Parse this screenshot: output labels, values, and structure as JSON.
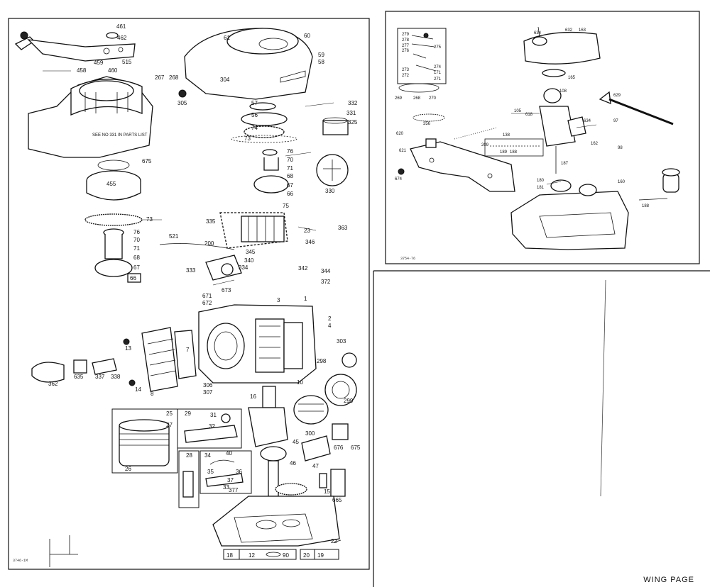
{
  "left_panel": {
    "code": "3746-1M",
    "labels": [
      {
        "text": "461"
      },
      {
        "text": "462"
      },
      {
        "text": "459"
      },
      {
        "text": "515"
      },
      {
        "text": "458"
      },
      {
        "text": "460"
      },
      {
        "text": "61"
      },
      {
        "text": "60"
      },
      {
        "text": "59"
      },
      {
        "text": "58"
      },
      {
        "text": "304"
      },
      {
        "text": "267"
      },
      {
        "text": "268"
      },
      {
        "text": "305"
      },
      {
        "text": "57"
      },
      {
        "text": "332"
      },
      {
        "text": "331"
      },
      {
        "text": "56"
      },
      {
        "text": "325"
      },
      {
        "text": "74"
      },
      {
        "text": "73"
      },
      {
        "text": "76"
      },
      {
        "text": "70"
      },
      {
        "text": "71"
      },
      {
        "text": "68"
      },
      {
        "text": "67"
      },
      {
        "text": "66"
      },
      {
        "text": "330"
      },
      {
        "text": "675"
      },
      {
        "text": "455"
      },
      {
        "text": "73"
      },
      {
        "text": "76"
      },
      {
        "text": "70"
      },
      {
        "text": "71"
      },
      {
        "text": "68"
      },
      {
        "text": "67"
      },
      {
        "text": "66"
      },
      {
        "text": "75"
      },
      {
        "text": "335"
      },
      {
        "text": "23"
      },
      {
        "text": "363"
      },
      {
        "text": "521"
      },
      {
        "text": "200"
      },
      {
        "text": "346"
      },
      {
        "text": "345"
      },
      {
        "text": "334"
      },
      {
        "text": "340"
      },
      {
        "text": "342"
      },
      {
        "text": "344"
      },
      {
        "text": "333"
      },
      {
        "text": "372"
      },
      {
        "text": "673"
      },
      {
        "text": "671"
      },
      {
        "text": "672"
      },
      {
        "text": "3"
      },
      {
        "text": "1"
      },
      {
        "text": "2"
      },
      {
        "text": "4"
      },
      {
        "text": "13"
      },
      {
        "text": "7"
      },
      {
        "text": "303"
      },
      {
        "text": "298"
      },
      {
        "text": "362"
      },
      {
        "text": "635"
      },
      {
        "text": "337"
      },
      {
        "text": "338"
      },
      {
        "text": "14"
      },
      {
        "text": "8"
      },
      {
        "text": "306"
      },
      {
        "text": "307"
      },
      {
        "text": "10"
      },
      {
        "text": "16"
      },
      {
        "text": "299"
      },
      {
        "text": "25"
      },
      {
        "text": "29"
      },
      {
        "text": "31"
      },
      {
        "text": "27"
      },
      {
        "text": "32"
      },
      {
        "text": "26"
      },
      {
        "text": "300"
      },
      {
        "text": "676"
      },
      {
        "text": "675"
      },
      {
        "text": "45"
      },
      {
        "text": "28"
      },
      {
        "text": "34"
      },
      {
        "text": "40"
      },
      {
        "text": "35"
      },
      {
        "text": "33"
      },
      {
        "text": "36"
      },
      {
        "text": "47"
      },
      {
        "text": "46"
      },
      {
        "text": "37"
      },
      {
        "text": "377"
      },
      {
        "text": "665"
      },
      {
        "text": "15"
      },
      {
        "text": "22"
      },
      {
        "text": "18"
      },
      {
        "text": "12"
      },
      {
        "text": "90"
      },
      {
        "text": "20"
      },
      {
        "text": "19"
      }
    ],
    "note": "SEE NO 331 IN PARTS LIST"
  },
  "right_panel": {
    "code": "3754-76",
    "labels": [
      {
        "text": "279"
      },
      {
        "text": "278"
      },
      {
        "text": "277"
      },
      {
        "text": "276"
      },
      {
        "text": "275"
      },
      {
        "text": "274"
      },
      {
        "text": "273"
      },
      {
        "text": "171"
      },
      {
        "text": "272"
      },
      {
        "text": "271"
      },
      {
        "text": "634"
      },
      {
        "text": "632"
      },
      {
        "text": "163"
      },
      {
        "text": "165"
      },
      {
        "text": "269"
      },
      {
        "text": "268"
      },
      {
        "text": "270"
      },
      {
        "text": "108"
      },
      {
        "text": "629"
      },
      {
        "text": "356"
      },
      {
        "text": "105"
      },
      {
        "text": "618"
      },
      {
        "text": "620"
      },
      {
        "text": "209"
      },
      {
        "text": "138"
      },
      {
        "text": "634"
      },
      {
        "text": "97"
      },
      {
        "text": "621"
      },
      {
        "text": "189"
      },
      {
        "text": "188"
      },
      {
        "text": "162"
      },
      {
        "text": "98"
      },
      {
        "text": "674"
      },
      {
        "text": "187"
      },
      {
        "text": "180"
      },
      {
        "text": "181"
      },
      {
        "text": "160"
      },
      {
        "text": "188"
      }
    ]
  },
  "footer": {
    "text": "WING PAGE"
  }
}
